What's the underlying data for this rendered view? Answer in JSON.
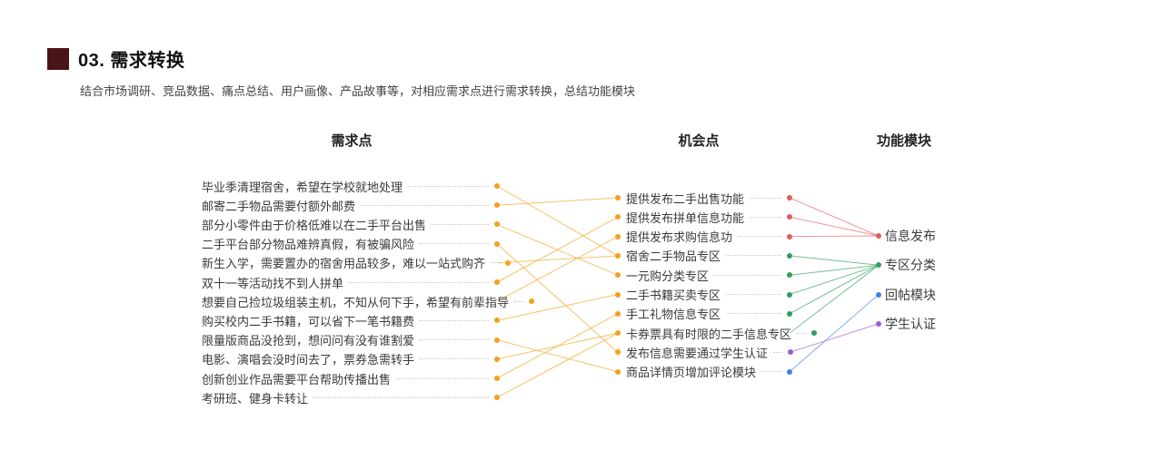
{
  "title": {
    "label": "03. 需求转换",
    "square_color": "#4a1418"
  },
  "subtitle": "结合市场调研、竞品数据、痛点总结、用户画像、产品故事等，对相应需求点进行需求转换，总结功能模块",
  "colors": {
    "demand_dot": "#f5a01e",
    "demand_line": "#f7b64e",
    "leader_dot": "#c8c8c8",
    "module_red": "#e25c5c",
    "module_green": "#2f9e5f",
    "module_blue": "#3e82e8",
    "module_purple": "#9b59d6"
  },
  "columns": {
    "demand": {
      "header": "需求点",
      "items": [
        "毕业季清理宿舍，希望在学校就地处理",
        "邮寄二手物品需要付额外邮费",
        "部分小零件由于价格低难以在二手平台出售",
        "二手平台部分物品难辨真假，有被骗风险",
        "新生入学，需要置办的宿舍用品较多，难以一站式购齐",
        "双十一等活动找不到人拼单",
        "想要自己捡垃圾组装主机，不知从何下手，希望有前辈指导",
        "购买校内二手书籍，可以省下一笔书籍费",
        "限量版商品没抢到，想问问有没有谁割爱",
        "电影、演唱会没时间去了，票券急需转手",
        "创新创业作品需要平台帮助传播出售",
        "考研班、健身卡转让"
      ]
    },
    "opportunity": {
      "header": "机会点",
      "items": [
        {
          "label": "提供发布二手出售功能",
          "color": "#e25c5c"
        },
        {
          "label": "提供发布拼单信息功能",
          "color": "#e25c5c"
        },
        {
          "label": "提供发布求购信息功",
          "color": "#e25c5c"
        },
        {
          "label": "宿舍二手物品专区",
          "color": "#2f9e5f"
        },
        {
          "label": "一元购分类专区",
          "color": "#2f9e5f"
        },
        {
          "label": "二手书籍买卖专区",
          "color": "#2f9e5f"
        },
        {
          "label": "手工礼物信息专区",
          "color": "#2f9e5f"
        },
        {
          "label": "卡券票具有时限的二手信息专区",
          "color": "#2f9e5f"
        },
        {
          "label": "发布信息需要通过学生认证",
          "color": "#9b59d6"
        },
        {
          "label": "商品详情页增加评论模块",
          "color": "#3e82e8"
        }
      ]
    },
    "module": {
      "header": "功能模块",
      "items": [
        {
          "label": "信息发布",
          "color": "#e25c5c"
        },
        {
          "label": "专区分类",
          "color": "#2f9e5f"
        },
        {
          "label": "回帖模块",
          "color": "#3e82e8"
        },
        {
          "label": "学生认证",
          "color": "#9b59d6"
        }
      ]
    }
  },
  "links": {
    "demand_to_opportunity": [
      [
        0,
        3
      ],
      [
        1,
        0
      ],
      [
        2,
        4
      ],
      [
        3,
        8
      ],
      [
        4,
        3
      ],
      [
        5,
        1
      ],
      [
        6,
        2
      ],
      [
        7,
        5
      ],
      [
        8,
        9
      ],
      [
        9,
        7
      ],
      [
        10,
        6
      ],
      [
        11,
        7
      ]
    ],
    "opportunity_to_module": [
      [
        0,
        0
      ],
      [
        1,
        0
      ],
      [
        2,
        0
      ],
      [
        3,
        1
      ],
      [
        4,
        1
      ],
      [
        5,
        1
      ],
      [
        6,
        1
      ],
      [
        7,
        1
      ],
      [
        8,
        3
      ],
      [
        9,
        2
      ]
    ]
  }
}
